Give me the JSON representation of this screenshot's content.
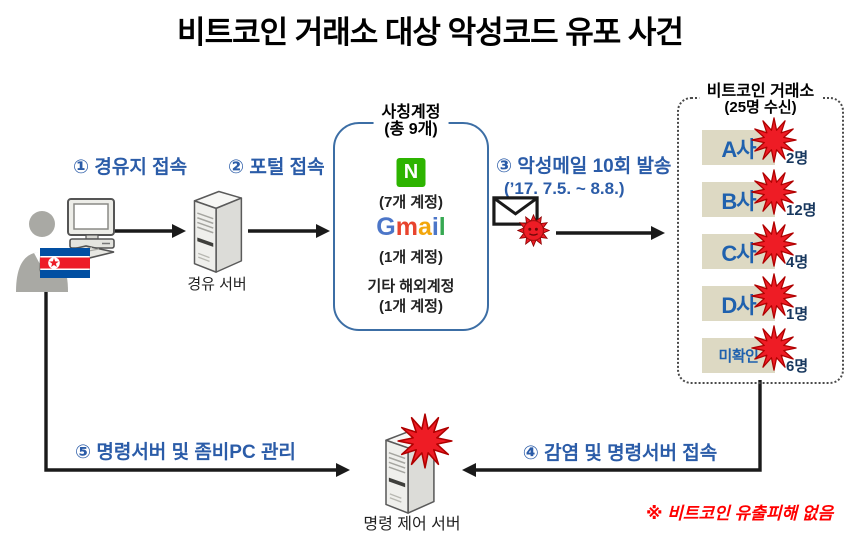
{
  "title": "비트코인 거래소 대상 악성코드 유포 사건",
  "colors": {
    "accent-blue": "#2B5CA8",
    "name-blue": "#1F61AE",
    "count-navy": "#17375E",
    "tan": "#DDD9C3",
    "burst-red": "#EE1C25",
    "burst-stroke": "#B00000",
    "naver-green": "#2DB400",
    "gmail-blue": "#4C76C8",
    "gmail-red": "#E8442E",
    "gmail-yellow": "#F2A60C",
    "gmail-green": "#36A852",
    "note-red": "#FF0000",
    "box-border-blue": "#3C6EA5",
    "flag-blue": "#024FA2",
    "flag-red": "#ED1C27"
  },
  "steps": {
    "step1": "① 경유지 접속",
    "step2": "② 포털 접속",
    "step3_line1": "③ 악성메일 10회 발송",
    "step3_line2": "(’17. 7.5. ~ 8.8.)",
    "step4": "④ 감염 및 명령서버 접속",
    "step5": "⑤ 명령서버 및 좀비PC 관리"
  },
  "relay_server": {
    "label": "경유 서버"
  },
  "c2_server": {
    "label": "명령 제어 서버"
  },
  "accounts_box": {
    "title_line1": "사칭계정",
    "title_line2": "(총 9개)",
    "naver_letter": "N",
    "naver_count": "(7개 계정)",
    "gmail_letters": [
      "G",
      "m",
      "a",
      "i",
      "l"
    ],
    "gmail_count": "(1개 계정)",
    "other_label": "기타 해외계정",
    "other_count": "(1개 계정)"
  },
  "exchanges_box": {
    "title_line1": "비트코인 거래소",
    "title_line2": "(25명 수신)",
    "rows": [
      {
        "name": "A사",
        "count": "2명"
      },
      {
        "name": "B사",
        "count": "12명"
      },
      {
        "name": "C사",
        "count": "4명"
      },
      {
        "name": "D사",
        "count": "1명"
      },
      {
        "name": "미확인",
        "count": "6명"
      }
    ]
  },
  "note": "※ 비트코인 유출피해 없음",
  "icons": {
    "attacker": "person-silhouette",
    "computer": "desktop-computer",
    "flag": "north-korea-flag",
    "relay_server": "tower-server",
    "c2_server": "tower-server",
    "mail": "envelope",
    "virus": "virus-ball",
    "burst": "explosion-starburst",
    "naver": "naver-n-logo",
    "gmail": "gmail-wordmark"
  }
}
